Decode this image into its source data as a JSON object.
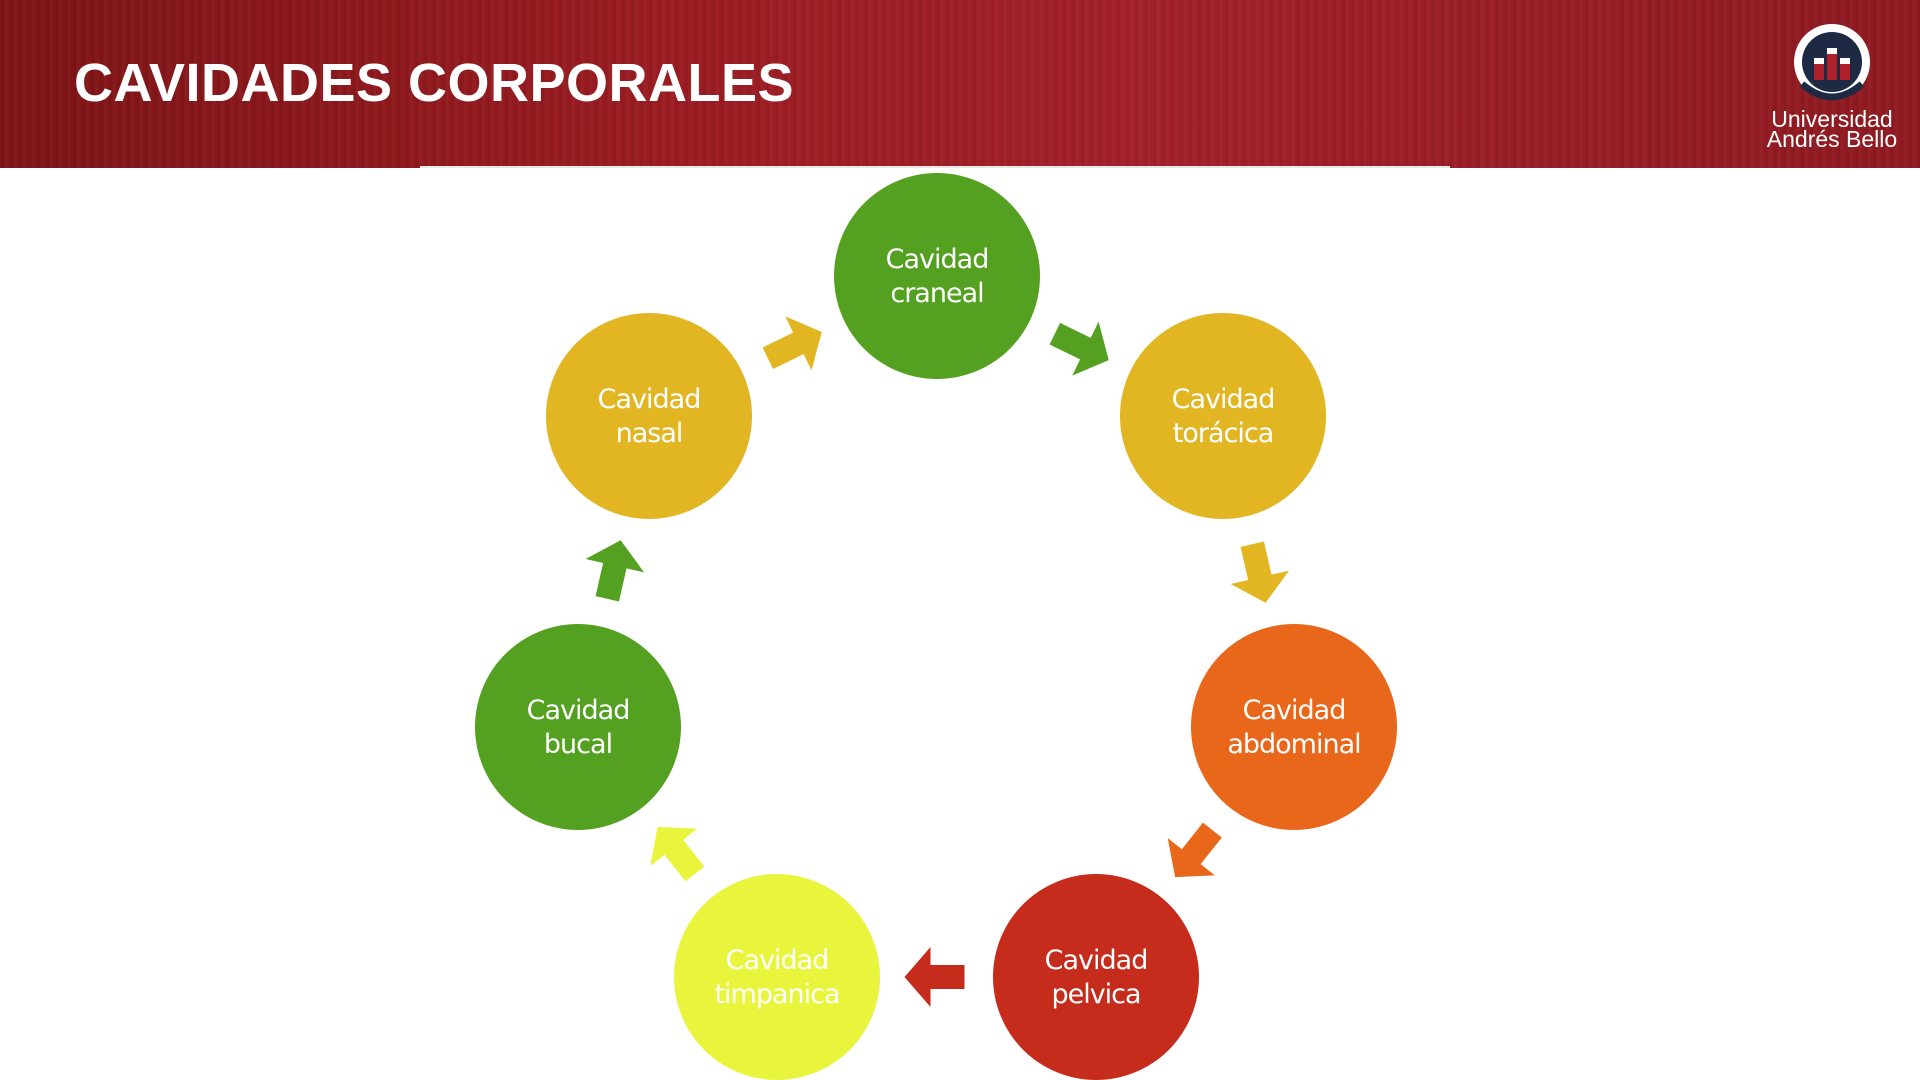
{
  "slide": {
    "title": "CAVIDADES CORPORALES"
  },
  "logo": {
    "line1": "Universidad",
    "line2": "Andrés Bello"
  },
  "diagram": {
    "nodes": [
      {
        "id": "craneal",
        "lines": [
          "Cavidad",
          "craneal"
        ],
        "color": "#54a020"
      },
      {
        "id": "toracica",
        "lines": [
          "Cavidad",
          "torácica"
        ],
        "color": "#e2b622"
      },
      {
        "id": "abdominal",
        "lines": [
          "Cavidad",
          "abdominal"
        ],
        "color": "#e8671a"
      },
      {
        "id": "pelvica",
        "lines": [
          "Cavidad",
          "pelvica"
        ],
        "color": "#c52c1c"
      },
      {
        "id": "timpanica",
        "lines": [
          "Cavidad",
          "timpanica"
        ],
        "color": "#e8f53c"
      },
      {
        "id": "bucal",
        "lines": [
          "Cavidad",
          "bucal"
        ],
        "color": "#54a020"
      },
      {
        "id": "nasal",
        "lines": [
          "Cavidad",
          "nasal"
        ],
        "color": "#e2b622"
      }
    ],
    "arrows": [
      {
        "from": "craneal",
        "to": "toracica",
        "color": "#54a020"
      },
      {
        "from": "toracica",
        "to": "abdominal",
        "color": "#e2b622"
      },
      {
        "from": "abdominal",
        "to": "pelvica",
        "color": "#e8671a"
      },
      {
        "from": "pelvica",
        "to": "timpanica",
        "color": "#c52c1c"
      },
      {
        "from": "timpanica",
        "to": "bucal",
        "color": "#e8f53c"
      },
      {
        "from": "bucal",
        "to": "nasal",
        "color": "#54a020"
      },
      {
        "from": "nasal",
        "to": "craneal",
        "color": "#e2b622"
      }
    ]
  }
}
